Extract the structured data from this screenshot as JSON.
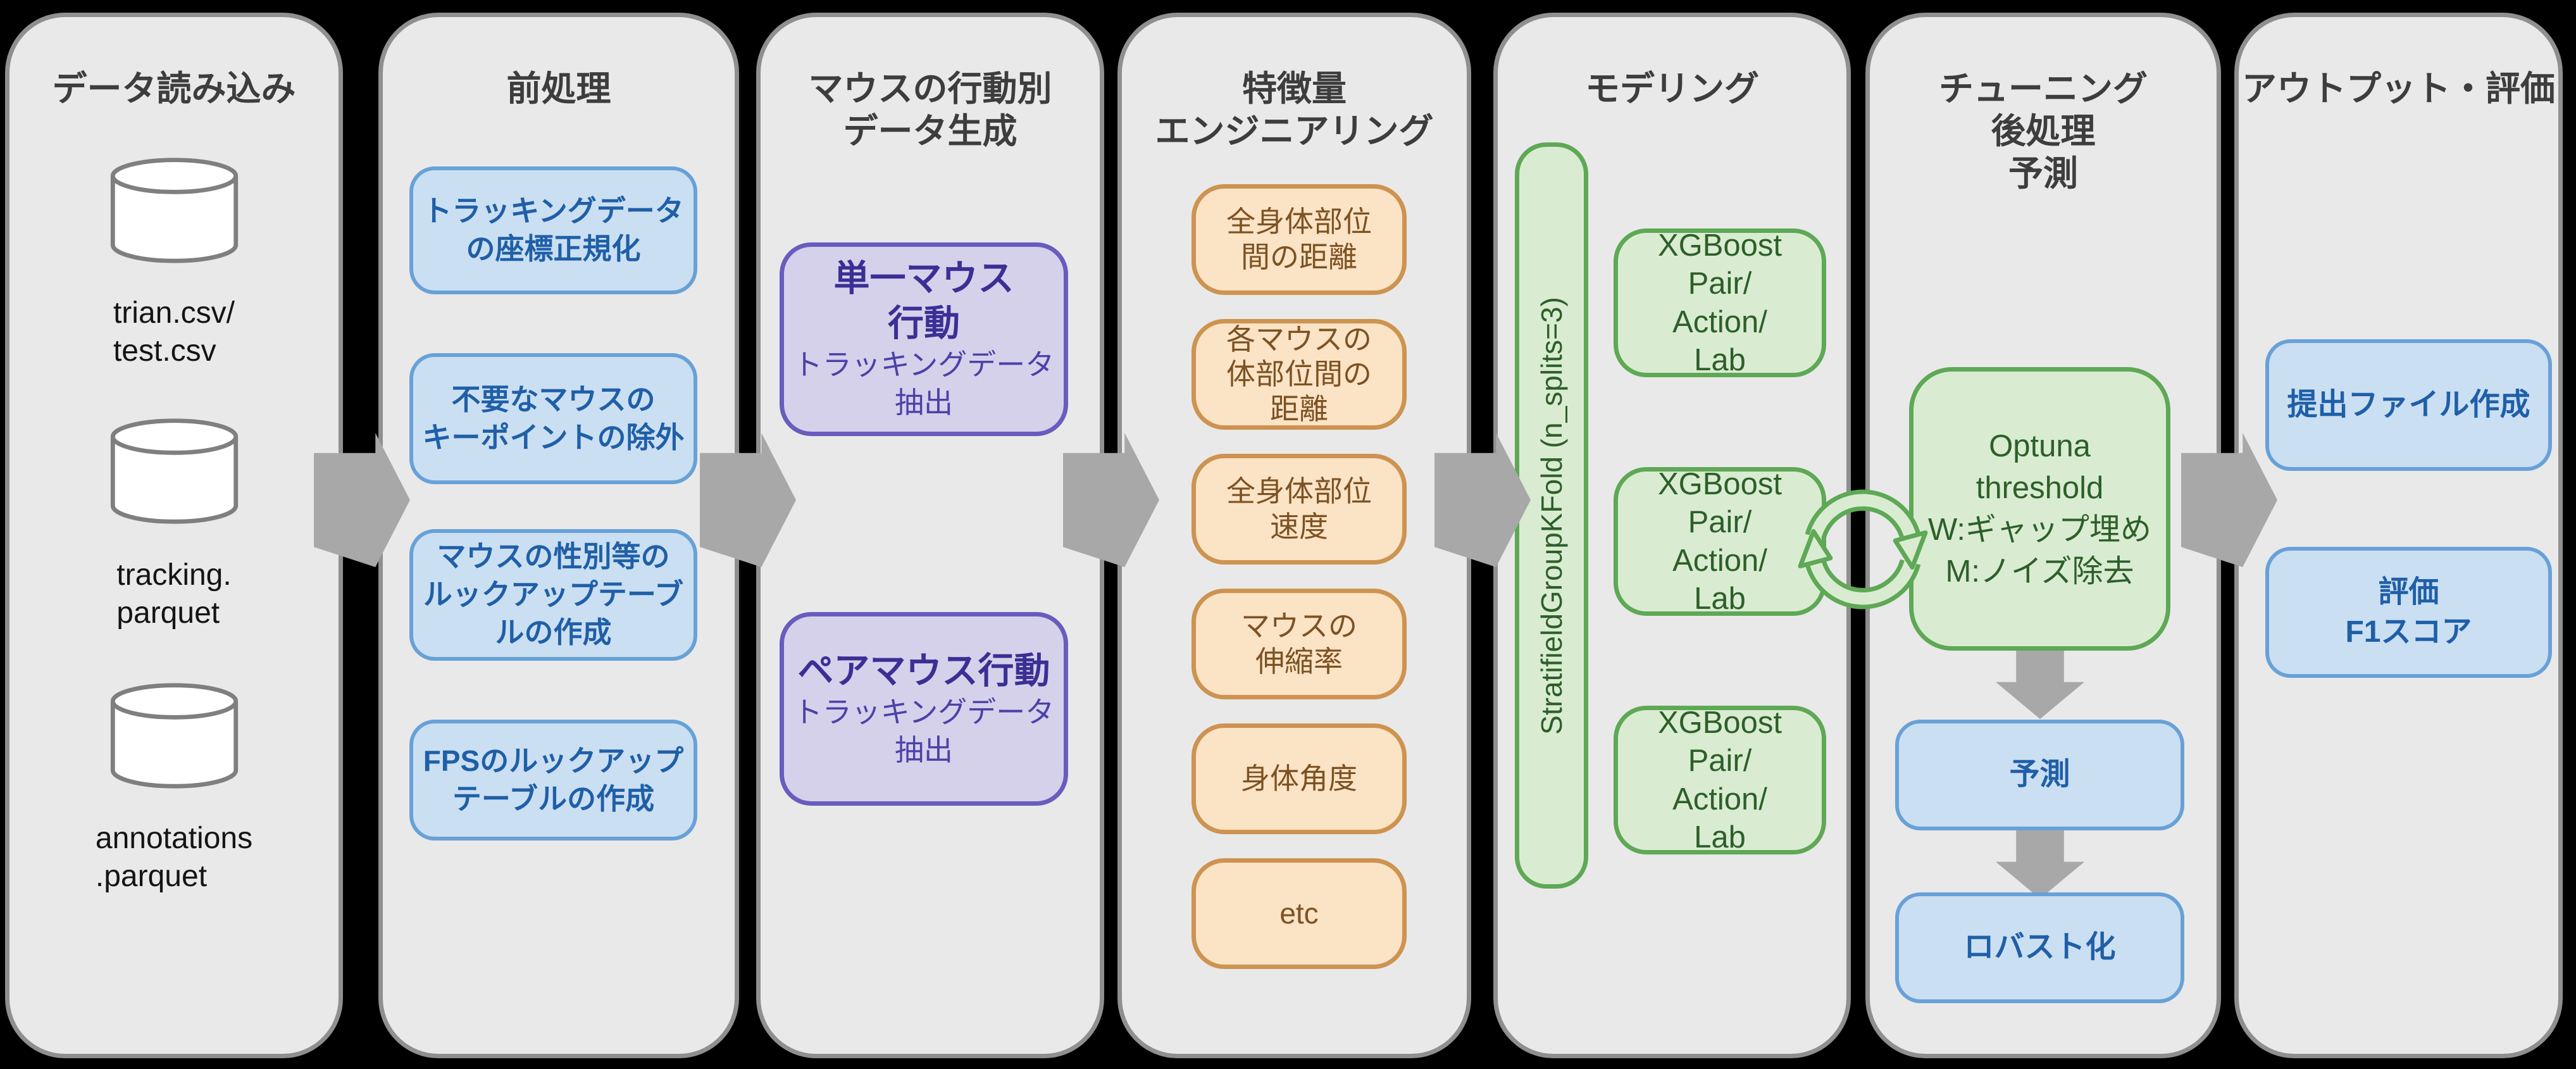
{
  "diagram_title": "MABe mouse-behavior detection pipeline",
  "colors": {
    "background": "#000000",
    "panel_fill": "#e9e9e9",
    "panel_border": "#8f8f8f",
    "title_text": "#3d3d3d",
    "arrow_gray": "#a8a8a8",
    "blue_fill": "#cbdff2",
    "blue_border": "#68a1d8",
    "blue_text": "#1f5fa8",
    "purple_fill": "#d5d1eb",
    "purple_border": "#685cbe",
    "purple_text": "#3b2f95",
    "purple_sub_text": "#4c41a8",
    "orange_fill": "#fbe3c6",
    "orange_border": "#cd9350",
    "orange_text": "#7d5222",
    "green_fill": "#d9ecd1",
    "green_border": "#5ea856",
    "green_text": "#2d5f2a",
    "db_stroke": "#7f7f7f"
  },
  "icons": {
    "database": "database-icon",
    "flow_right": "flow-arrow-right-icon",
    "flow_down": "flow-arrow-down-icon",
    "cycle": "cycle-arrows-icon"
  },
  "columns": [
    {
      "title": "データ読み込み",
      "datastores": [
        {
          "label": "trian.csv/\ntest.csv"
        },
        {
          "label": "tracking.\nparquet"
        },
        {
          "label": "annotations\n.parquet"
        }
      ]
    },
    {
      "title": "前処理",
      "steps": [
        {
          "text": "トラッキングデータ\nの座標正規化"
        },
        {
          "text": "不要なマウスの\nキーポイントの除外"
        },
        {
          "text": "マウスの性別等の\nルックアップテーブ\nルの作成"
        },
        {
          "text": "FPSのルックアップ\nテーブルの作成"
        }
      ]
    },
    {
      "title": "マウスの行動別\nデータ生成",
      "behaviors": [
        {
          "heading": "単一マウス\n行動",
          "sub": "トラッキングデータ\n抽出"
        },
        {
          "heading": "ペアマウス行動",
          "sub": "トラッキングデータ\n抽出"
        }
      ]
    },
    {
      "title": "特徴量\nエンジニアリング",
      "features": [
        {
          "text": "全身体部位\n間の距離"
        },
        {
          "text": "各マウスの\n体部位間の\n距離"
        },
        {
          "text": "全身体部位\n速度"
        },
        {
          "text": "マウスの\n伸縮率"
        },
        {
          "text": "身体角度"
        },
        {
          "text": "etc"
        }
      ]
    },
    {
      "title": "モデリング",
      "cv_label": "StratifieldGroupKFold (n_splits=3)",
      "models": [
        {
          "text": "XGBoost\nPair/\nAction/\nLab"
        },
        {
          "text": "XGBoost\nPair/\nAction/\nLab"
        },
        {
          "text": "XGBoost\nPair/\nAction/\nLab"
        }
      ]
    },
    {
      "title": "チューニング\n後処理\n予測",
      "tuning_box": "Optuna\nthreshold\nW:ギャップ埋め\nM:ノイズ除去",
      "predict_box": "予測",
      "robust_box": "ロバスト化"
    },
    {
      "title": "アウトプット・評価",
      "outputs": [
        {
          "text": "提出ファイル作成"
        },
        {
          "text": "評価\nF1スコア"
        }
      ]
    }
  ]
}
